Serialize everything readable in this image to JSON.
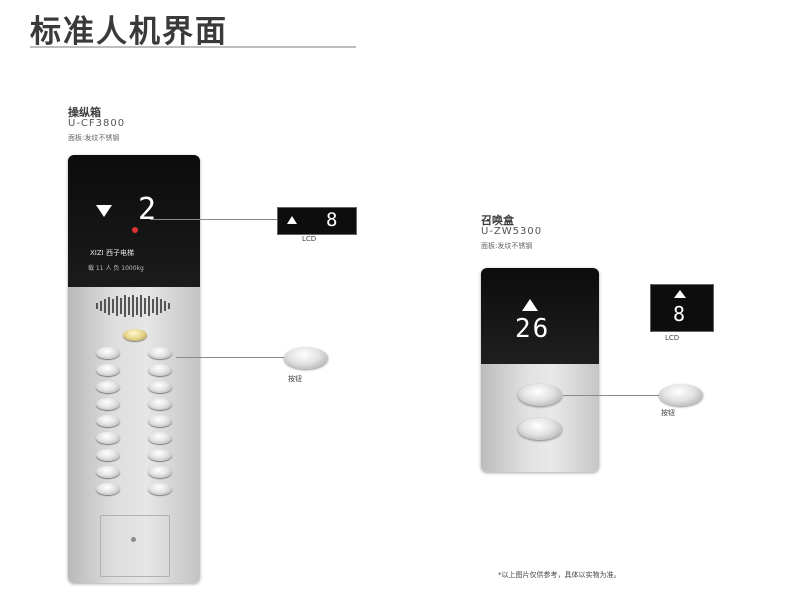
{
  "page": {
    "title": "标准人机界面",
    "footnote": "*以上图片仅供参考，具体以实物为准。"
  },
  "cop": {
    "name": "操纵箱",
    "model": "U-CF3800",
    "subtitle": "面板:发纹不锈钢",
    "floor": "2",
    "direction_icon": "down-arrow-icon",
    "brand_text": "XIZI 西子电梯",
    "info_line": "载 11 人   负 1000kg",
    "display_callout": {
      "floor": "8",
      "caption": "LCD"
    },
    "button_callout": {
      "caption": "按钮"
    }
  },
  "hall": {
    "name": "召唤盒",
    "model": "U-ZW5300",
    "subtitle": "面板:发纹不锈钢",
    "floor": "26",
    "direction_icon": "up-arrow-icon",
    "display_callout": {
      "floor": "8",
      "caption": "LCD"
    },
    "button_callout": {
      "caption": "按钮"
    }
  }
}
